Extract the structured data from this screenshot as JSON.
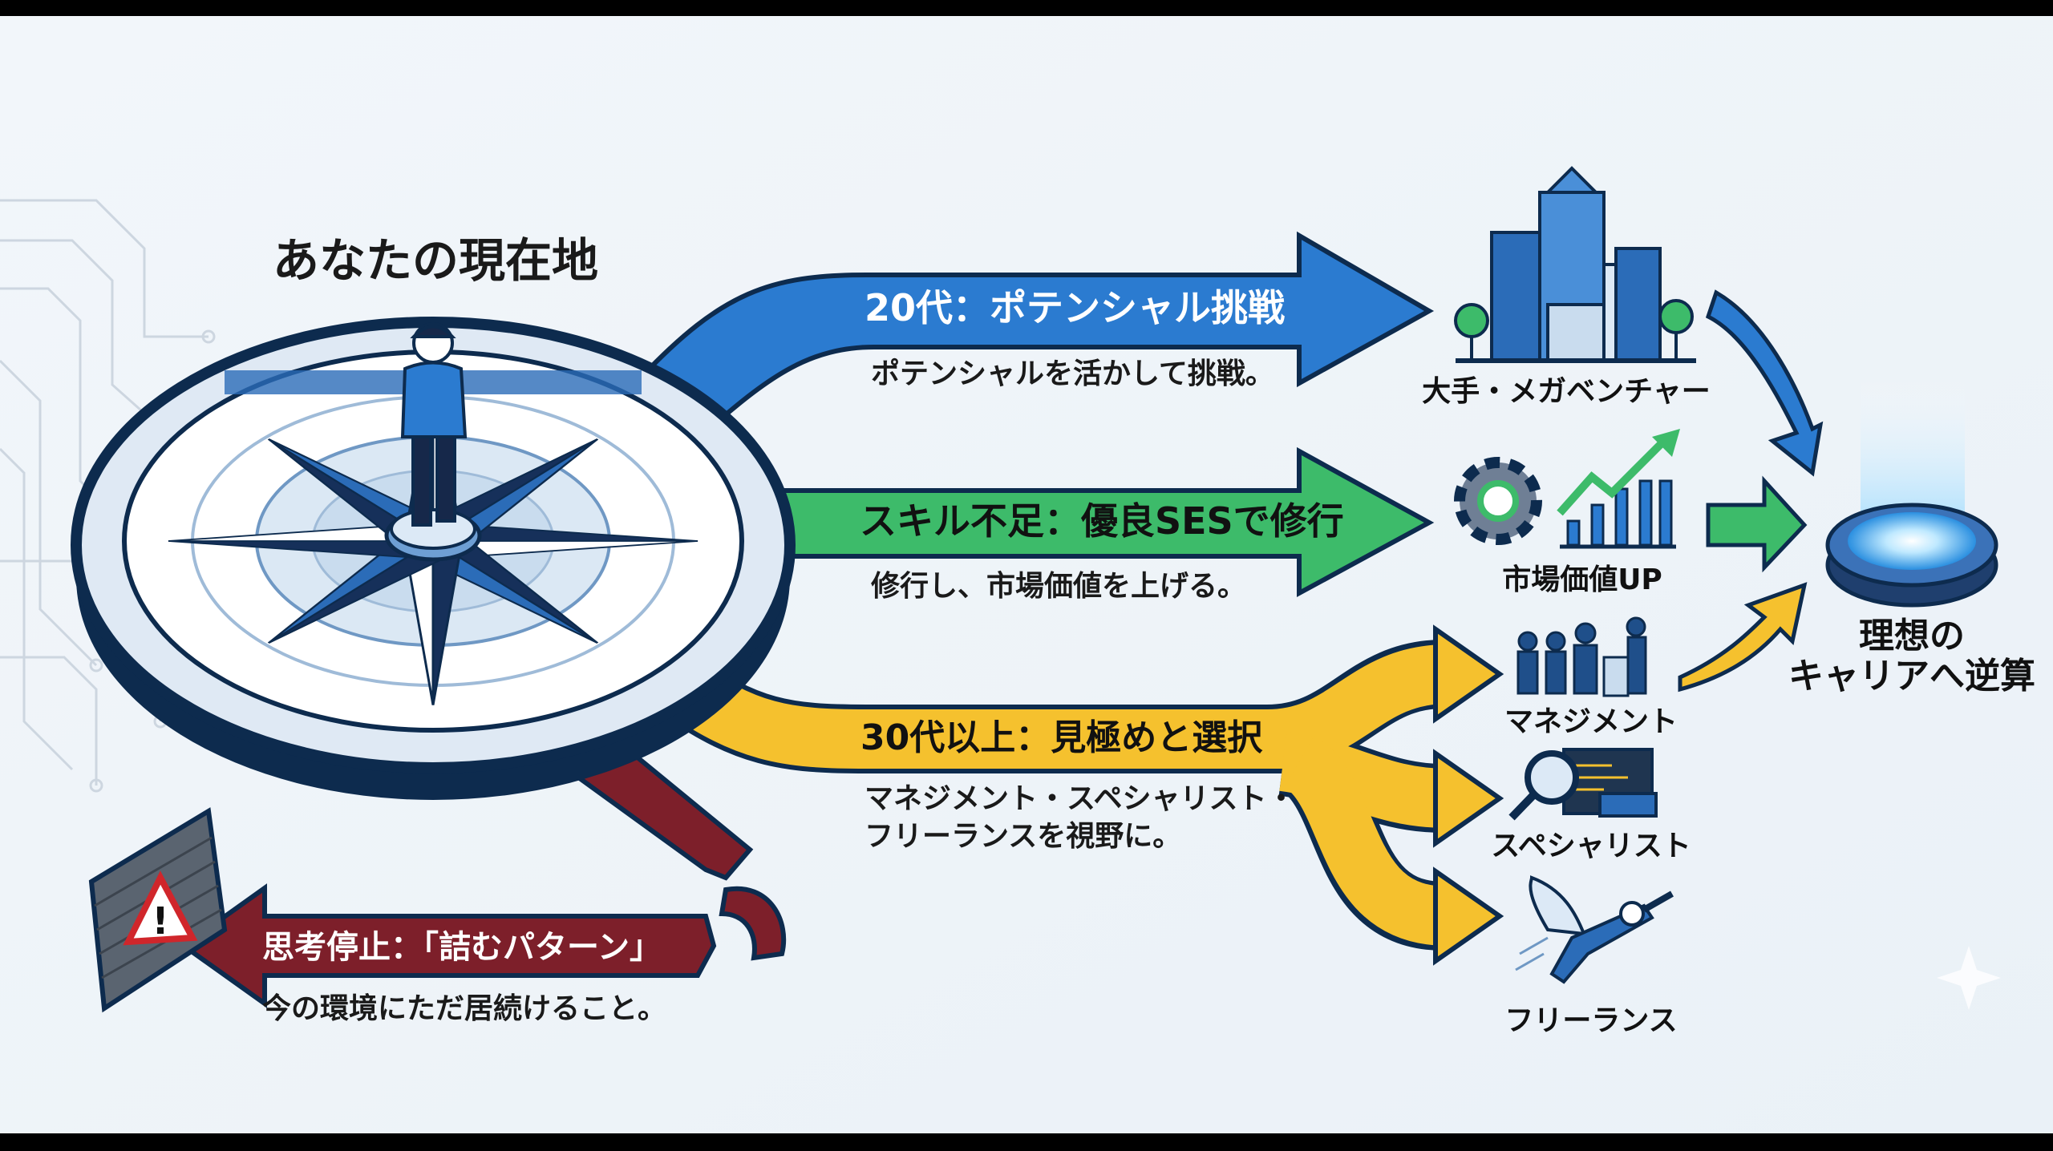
{
  "title": "あなたの現在地",
  "paths": {
    "young": {
      "label": "20代：ポテンシャル挑戦",
      "desc": "ポテンシャルを活かして挑戦。",
      "color": "#2b7bd0"
    },
    "skill": {
      "label": "スキル不足：優良SESで修行",
      "desc": "修行し、市場価値を上げる。",
      "color": "#3dbb6a"
    },
    "senior": {
      "label": "30代以上：見極めと選択",
      "desc_line1": "マネジメント・スペシャリスト・",
      "desc_line2": "フリーランスを視野に。",
      "color": "#f5c12e"
    },
    "stuck": {
      "label": "思考停止：「詰むパターン」",
      "desc": "今の環境にただ居続けること。",
      "color": "#7d1f2a"
    }
  },
  "outcomes": {
    "big_company": "大手・メガベンチャー",
    "market_value": "市場価値UP",
    "management": "マネジメント",
    "specialist": "スペシャリスト",
    "freelance": "フリーランス"
  },
  "goal": {
    "line1": "理想の",
    "line2": "キャリアへ逆算"
  }
}
